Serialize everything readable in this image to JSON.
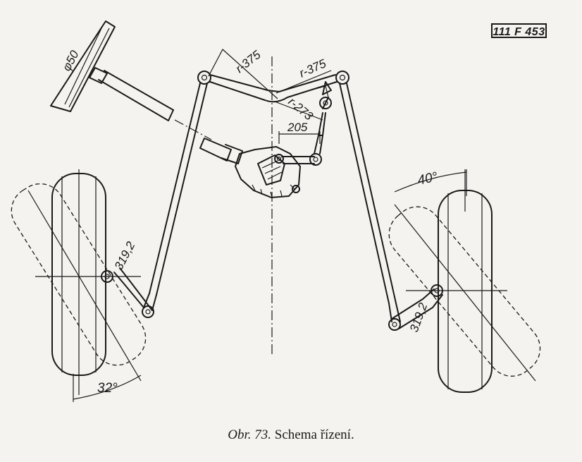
{
  "drawing_number": "111 F 453",
  "caption": {
    "label": "Obr. 73.",
    "text": "Schema řízení."
  },
  "dimensions": {
    "wheel_diameter": "φ50",
    "radius_left": "r-375",
    "radius_right": "r-375",
    "radius_lower": "r-273",
    "length_center": "205",
    "arm_left": "319,2",
    "arm_right": "319,2",
    "angle_left": "32°",
    "angle_right": "40°"
  }
}
